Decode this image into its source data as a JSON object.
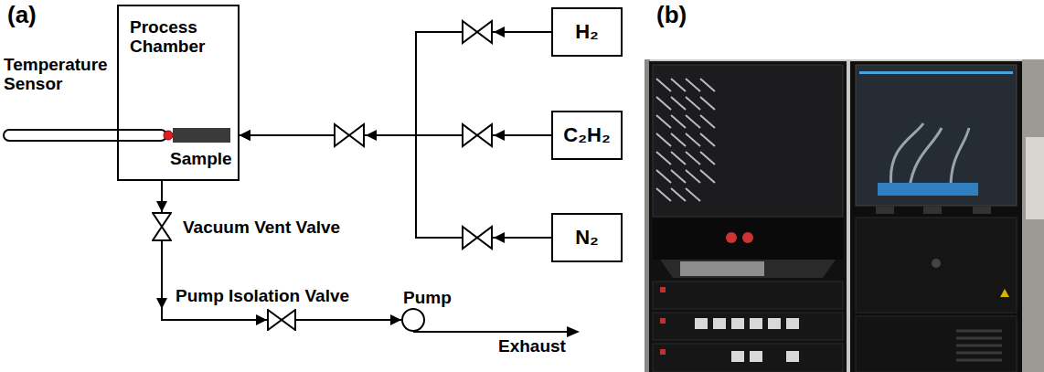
{
  "diagram": {
    "nodes": [
      {
        "text": [
          "Process Chamber",
          "Sample"
        ]
      },
      {
        "text": [
          "H₂"
        ]
      },
      {
        "text": [
          "C₂H₂"
        ]
      },
      {
        "text": [
          "N₂"
        ]
      },
      {
        "text": [
          "Vacuum Vent Valve"
        ]
      },
      {
        "text": [
          "Pump Isolation Valve"
        ]
      },
      {
        "text": [
          "Pump"
        ]
      }
    ],
    "edges": [
      {
        "from": 1,
        "to": 0,
        "arrow": "to"
      },
      {
        "from": 2,
        "to": 0,
        "arrow": "to"
      },
      {
        "from": 3,
        "to": 0,
        "arrow": "to"
      },
      {
        "from": 0,
        "to": 4,
        "arrow": "to"
      },
      {
        "from": 4,
        "to": 5,
        "arrow": "to"
      },
      {
        "from": 5,
        "to": 6,
        "arrow": "to"
      }
    ],
    "labels": [
      "(a)",
      "(b)",
      "Temperature Sensor",
      "Exhaust"
    ]
  }
}
